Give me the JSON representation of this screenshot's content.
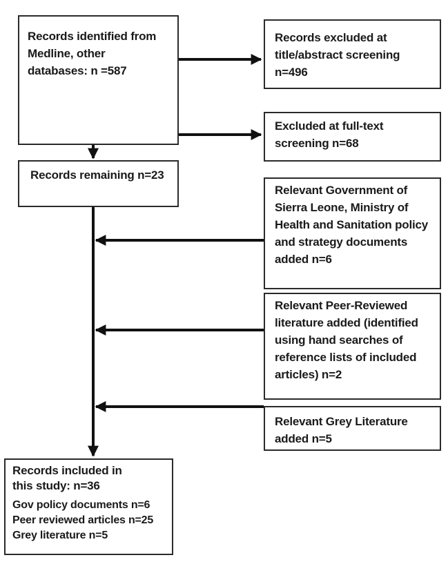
{
  "boxes": {
    "identified": "Records identified from\nMedline, other\ndatabases: n =587",
    "excluded_title": "Records excluded at\ntitle/abstract screening\nn=496",
    "excluded_fulltext": "Excluded at full-text\nscreening n=68",
    "remaining": "Records remaining n=23",
    "gov_added": "Relevant Government of\nSierra Leone, Ministry of\nHealth and Sanitation policy\nand strategy documents\nadded n=6",
    "peer_added": "Relevant Peer-Reviewed\nliterature added (identified\nusing hand searches of\nreference lists of included\narticles) n=2",
    "grey_added": "Relevant Grey Literature\nadded n=5",
    "included": {
      "heading": "Records included in\nthis study: n=36",
      "lines": [
        "Gov policy documents n=6",
        "Peer reviewed articles n=25",
        "Grey literature n=5"
      ]
    }
  }
}
